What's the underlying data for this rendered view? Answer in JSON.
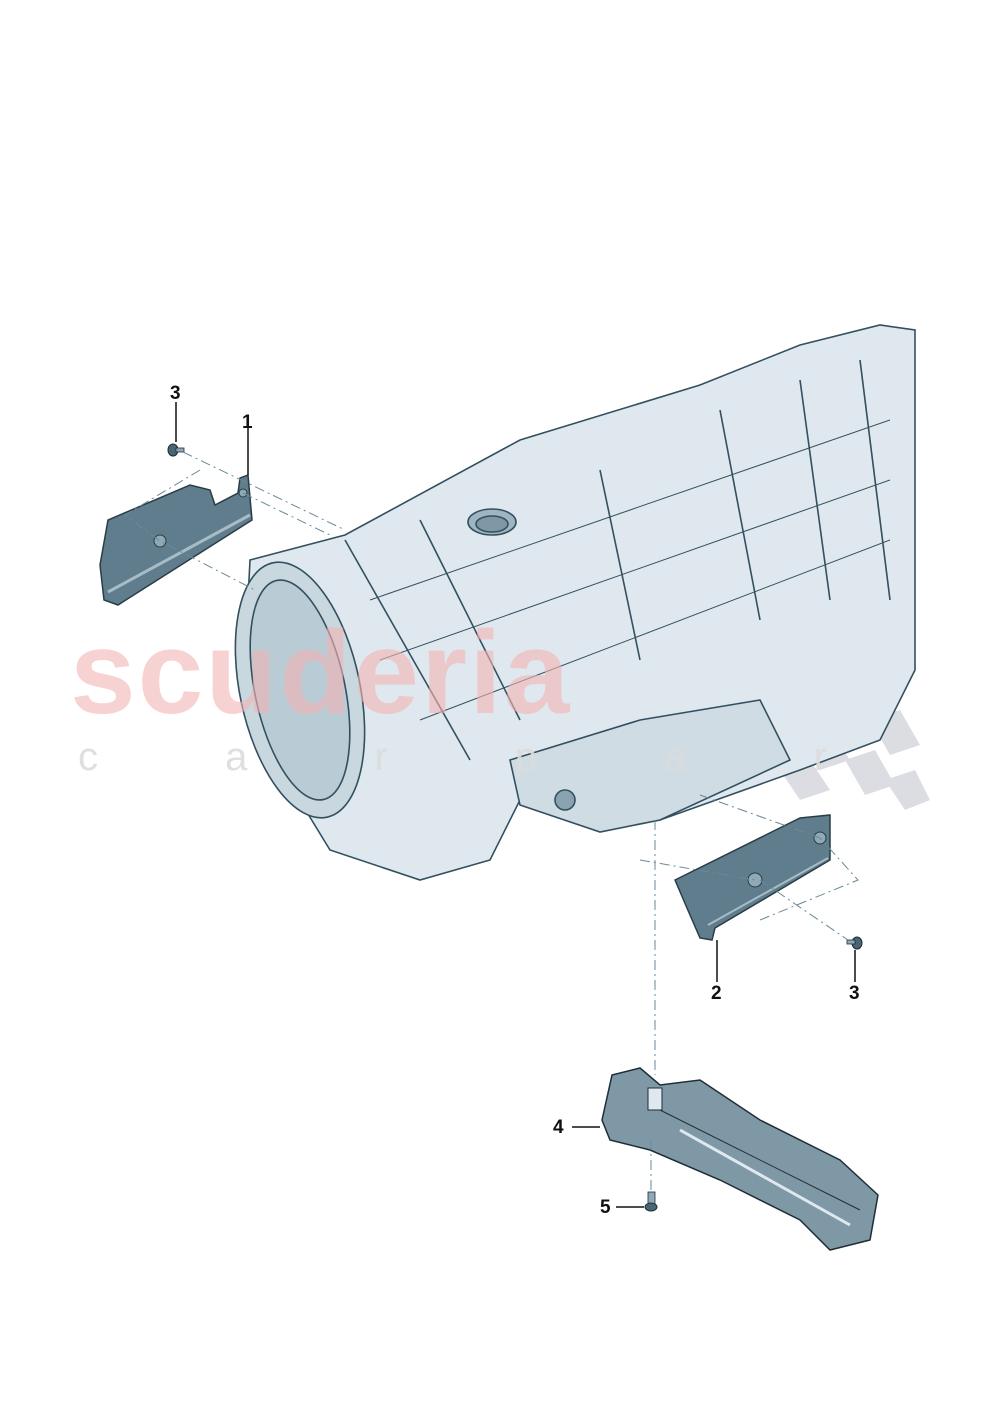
{
  "diagram": {
    "type": "exploded parts diagram",
    "subject": "transmission with heat shields and cover",
    "callouts": [
      {
        "id": "callout-3-top",
        "label": "3",
        "part": "screw"
      },
      {
        "id": "callout-1",
        "label": "1",
        "part": "heat shield (left)"
      },
      {
        "id": "callout-2",
        "label": "2",
        "part": "heat shield (right)"
      },
      {
        "id": "callout-3-right",
        "label": "3",
        "part": "screw"
      },
      {
        "id": "callout-4",
        "label": "4",
        "part": "cover / guide"
      },
      {
        "id": "callout-5",
        "label": "5",
        "part": "screw"
      }
    ]
  },
  "watermark": {
    "main": "scuderia",
    "sub": "car parts",
    "sub_letters": "c a r p a r"
  },
  "colors": {
    "part_dark": "#5f7d8c",
    "part_mid": "#8fa9b6",
    "housing_light": "#dfe8ee",
    "housing_line": "#33505f",
    "leader_line": "#6a8a9a",
    "watermark_red": "#f3b5b5",
    "watermark_grey": "#dcdcdc",
    "checker": "#d6d8de"
  }
}
